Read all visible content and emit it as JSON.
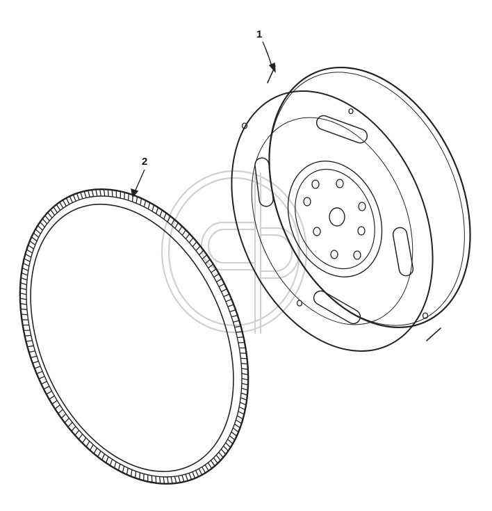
{
  "callouts": [
    {
      "number": "1"
    },
    {
      "number": "2"
    }
  ],
  "parts": {
    "flywheel": {
      "bolt_holes": 8,
      "slots": 4,
      "mount_holes": 4
    },
    "ring_gear": {
      "teeth": "many"
    }
  },
  "colors": {
    "line": "#222222",
    "watermark": "#d0d0d0",
    "background": "#ffffff"
  }
}
